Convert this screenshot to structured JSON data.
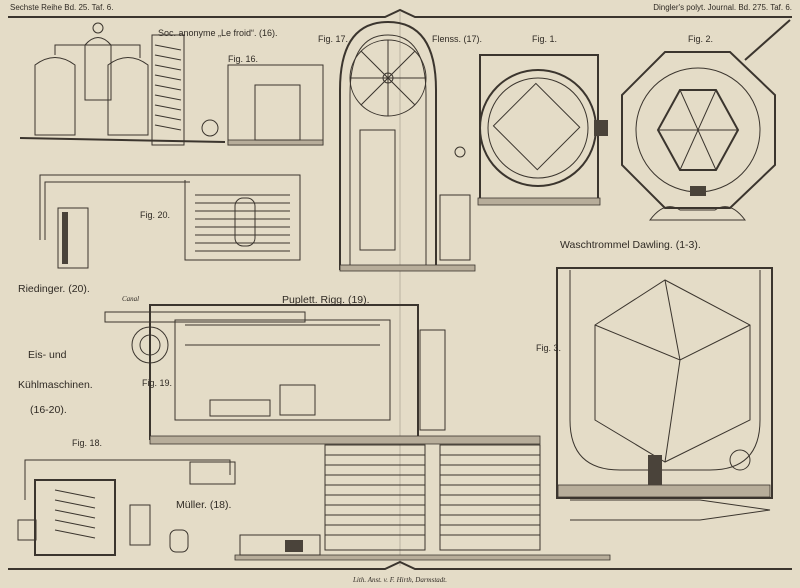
{
  "header": {
    "left": "Sechste Reihe Bd. 25. Taf. 6.",
    "right": "Dingler's polyt. Journal. Bd. 275. Taf. 6."
  },
  "labels": {
    "soc_anonyme": "Soc. anonyme „Le froid“. (16).",
    "fig16": "Fig. 16.",
    "fig17": "Fig. 17.",
    "flenss": "Flenss. (17).",
    "fig1": "Fig. 1.",
    "fig2": "Fig. 2.",
    "fig20": "Fig. 20.",
    "riedinger": "Riedinger. (20).",
    "waschtrommel": "Waschtrommel Dawling. (1-3).",
    "puplett": "Puplett. Rigg. (19).",
    "canal": "Canal",
    "fig3": "Fig. 3.",
    "eis1": "Eis- und",
    "eis2": "Kühlmaschinen.",
    "eis3": "(16-20).",
    "fig19": "Fig. 19.",
    "fig18": "Fig. 18.",
    "mueller": "Müller. (18)."
  },
  "footer": {
    "lithographer": "Lith. Anst. v. F. Hirth, Darmstadt."
  }
}
